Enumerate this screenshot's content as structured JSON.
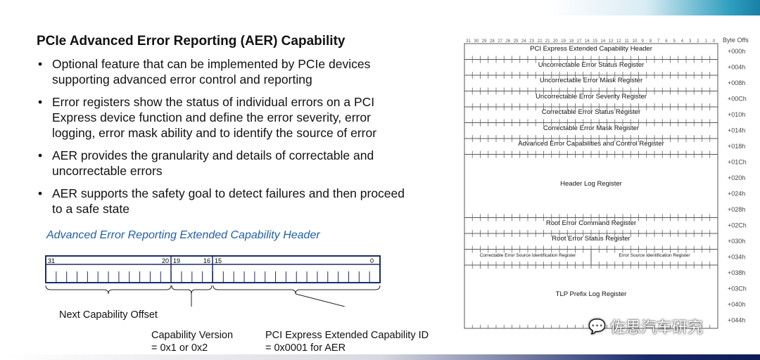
{
  "title": "PCIe Advanced Error Reporting (AER) Capability",
  "bullets": [
    "Optional feature that can be implemented by PCIe devices supporting advanced error control and reporting",
    "Error registers show the status of individual errors on a PCI Express device function and define the error severity, error logging, error mask ability and to identify the source of error",
    "AER provides the granularity and details of correctable and uncorrectable errors",
    "AER supports the safety goal to detect failures and then proceed to a safe state"
  ],
  "bullet_char": "•",
  "header_figure": {
    "title": "Advanced Error Reporting Extended Capability Header",
    "bit_labels": {
      "b31": "31",
      "b20": "20",
      "b19": "19",
      "b16": "16",
      "b15": "15",
      "b0": "0"
    },
    "field1": "Next Capability Offset",
    "field2_line1": "Capability Version",
    "field2_line2": "= 0x1 or 0x2",
    "field3_line1": "PCI Express Extended Capability ID",
    "field3_line2": "= 0x0001 for AER"
  },
  "register_map": {
    "byte_offset_header": "Byte Offs",
    "bit_numbers": [
      "31",
      "30",
      "29",
      "28",
      "27",
      "26",
      "25",
      "24",
      "23",
      "22",
      "21",
      "20",
      "19",
      "18",
      "17",
      "16",
      "15",
      "14",
      "13",
      "12",
      "11",
      "10",
      "9",
      "8",
      "7",
      "6",
      "5",
      "4",
      "3",
      "2",
      "1",
      "0"
    ],
    "registers": [
      "PCI Express Extended Capability Header",
      "Uncorrectable Error Status Register",
      "Uncorrectable Error Mask Register",
      "Uncorrectable Error Severity Register",
      "Correctable Error Status Register",
      "Correctable Error Mask Register",
      "Advanced Error Capabilities and Control Register",
      "Header Log Register",
      "Root Error Command Register",
      "Root Error Status Register",
      "Correctable Error Source Identification Register",
      "Error Source Identification Register",
      "TLP Prefix Log Register"
    ],
    "offsets": [
      "+000h",
      "+004h",
      "+008h",
      "+00Ch",
      "+010h",
      "+014h",
      "+018h",
      "+01Ch",
      "+020h",
      "+024h",
      "+028h",
      "+02Ch",
      "+030h",
      "+034h",
      "+038h",
      "+03Ch",
      "+040h",
      "+044h"
    ]
  },
  "watermark": "佐思汽车研究",
  "watermark_icon": "wechat-icon"
}
